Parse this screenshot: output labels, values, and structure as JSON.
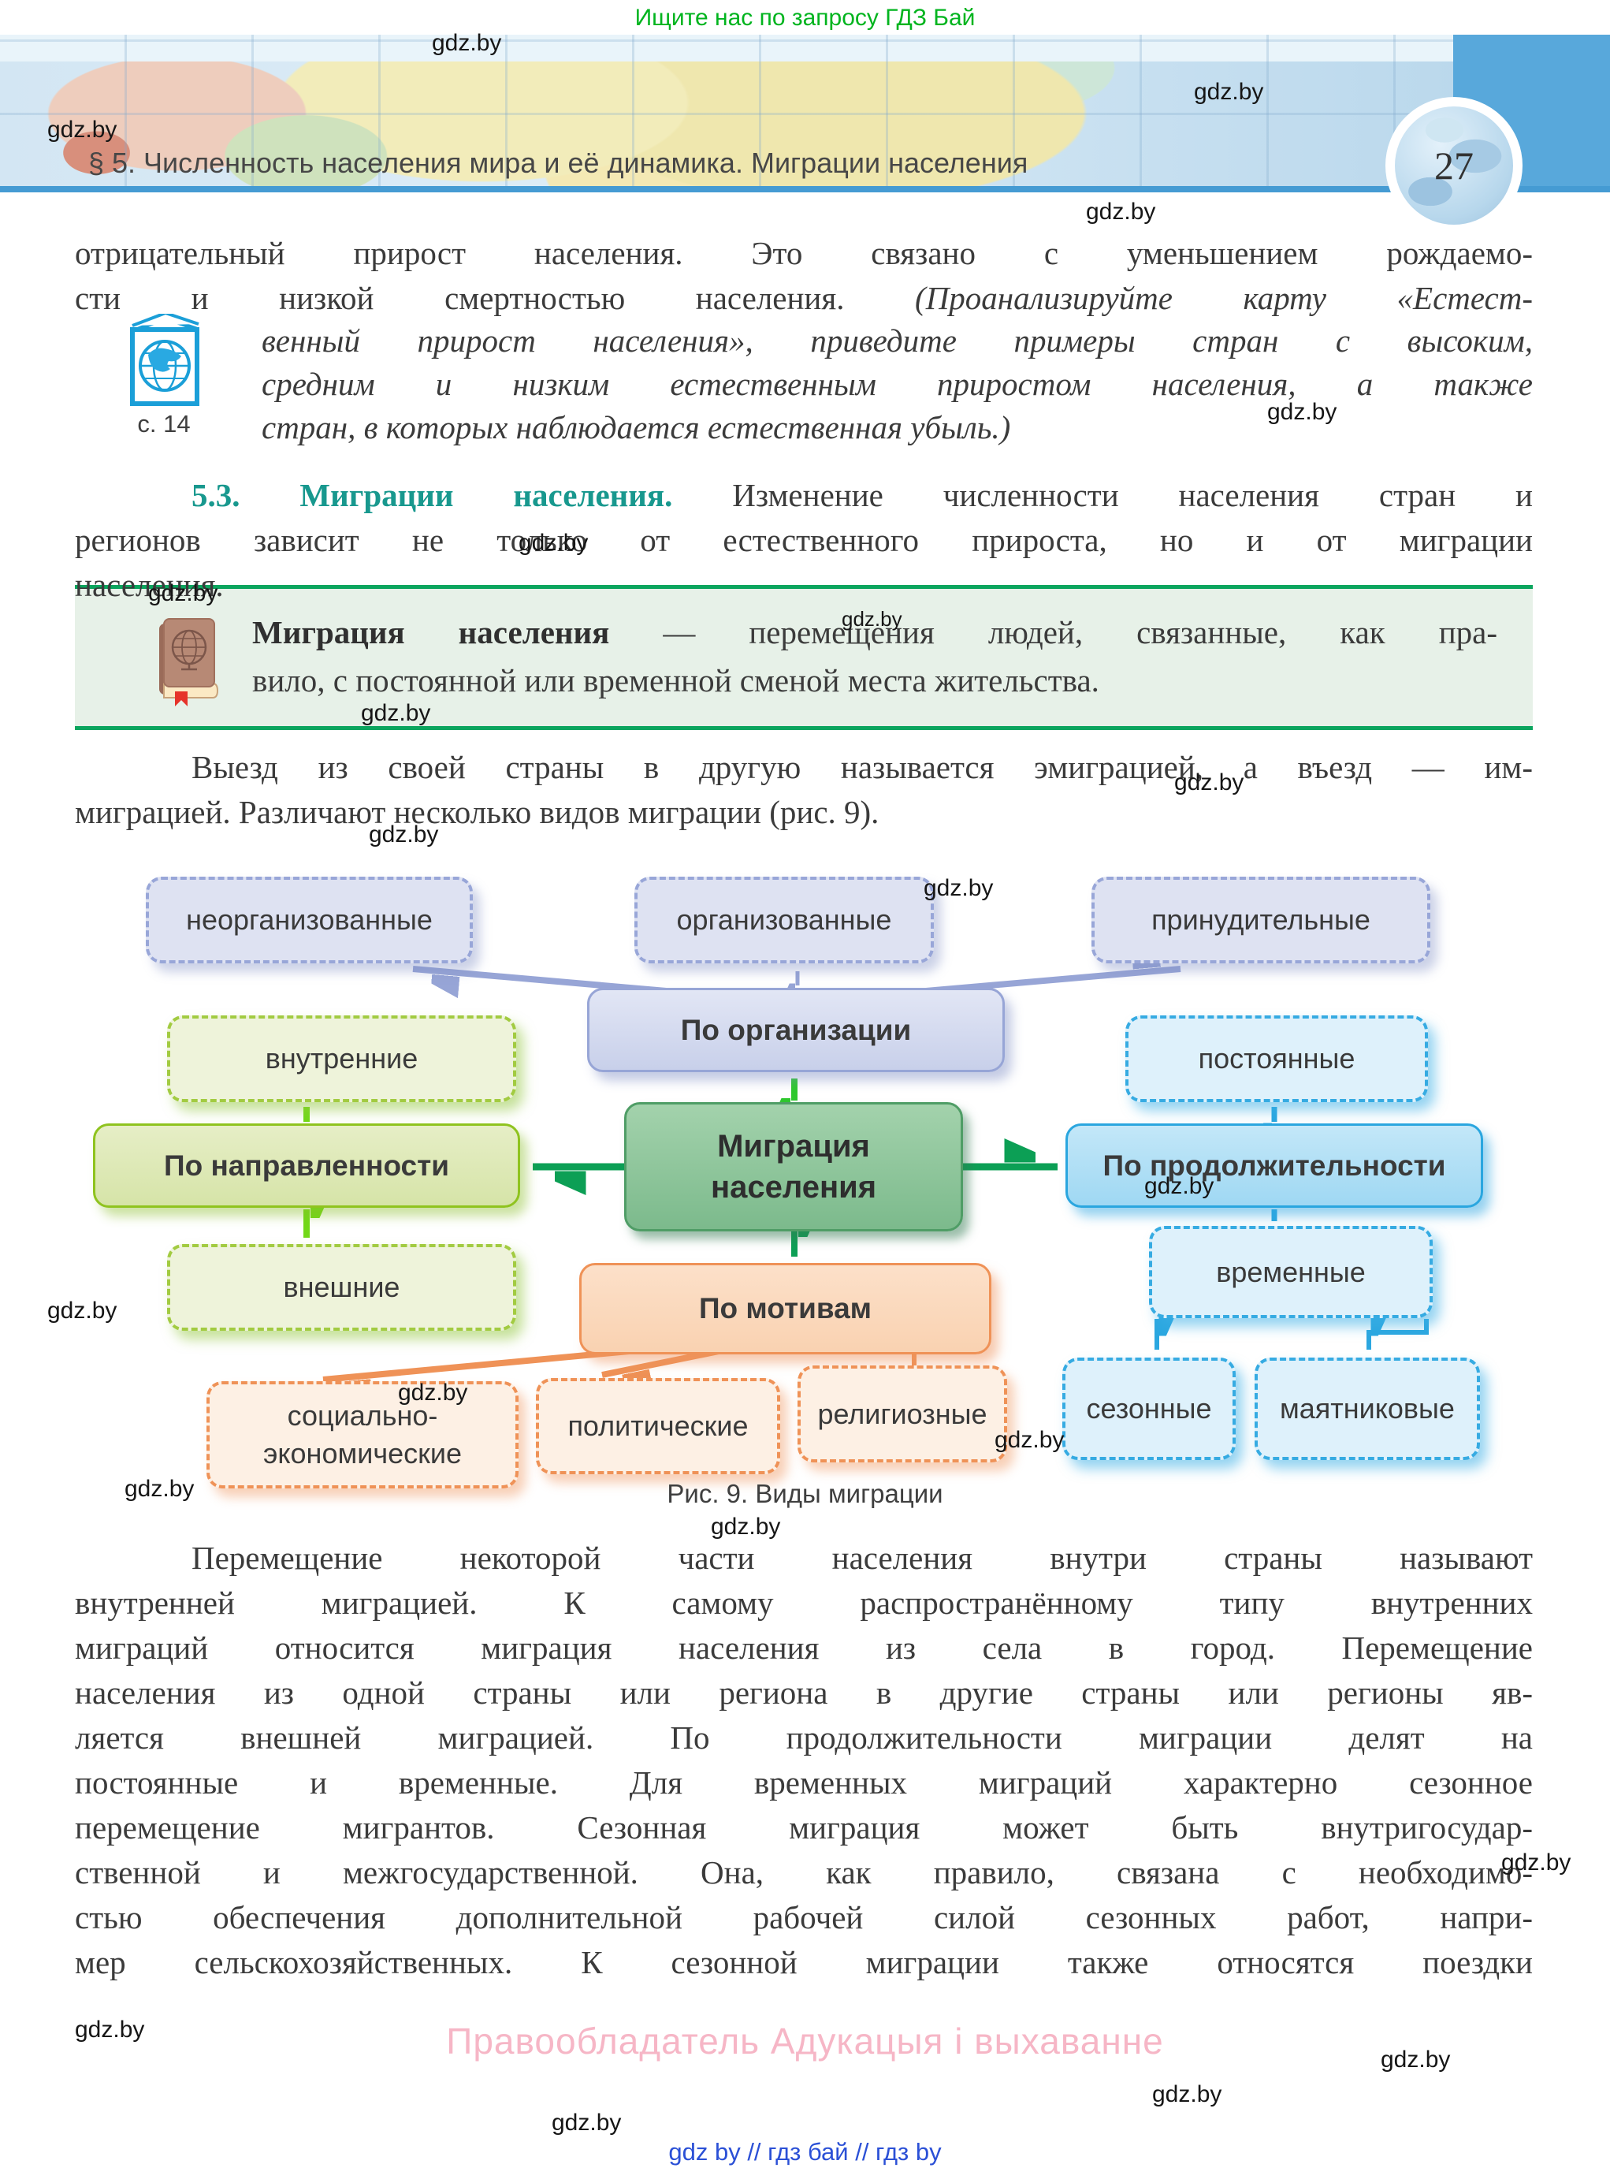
{
  "watermark": {
    "text": "gdz.by"
  },
  "top_banner": "Ищите нас по запросу ГДЗ Бай",
  "header": {
    "title": "§ 5. Численность населения мира и её динамика. Миграции населения",
    "page_number": "27"
  },
  "margin_ref": {
    "page": "с. 14"
  },
  "para1": {
    "l1": "отрицательный прирост населения. Это связано с уменьшением рождаемо-",
    "l2a": "сти и низкой смертностью населения. ",
    "l2b": "(Проанализируйте карту «Естест-",
    "l3": "венный прирост населения», приведите примеры стран с высоким,",
    "l4": "средним и низким естественным приростом населения, а также",
    "l5": "стран, в которых наблюдается естественная убыль.)"
  },
  "section": {
    "heading": "5.3. Миграции населения.",
    "l1_rest": " Изменение численности населения стран и",
    "l2": "регионов зависит не только от естественного прироста, но и от миграции",
    "l3": "населения."
  },
  "definition": {
    "term": "Миграция населения",
    "l1_rest": " — перемещения людей, связанные, как пра-",
    "l2": "вило, с постоянной или временной сменой места жительства."
  },
  "para2": {
    "l1": "Выезд из своей страны в другую называется эмиграцией, а въезд — им-",
    "l2": "миграцией. Различают несколько видов миграции (рис. 9)."
  },
  "diagram": {
    "center1": "Миграция",
    "center2": "населения",
    "org_label": "По организации",
    "org_children": [
      "неорганизованные",
      "организованные",
      "принудительные"
    ],
    "dir_label": "По направленности",
    "dir_top": "внутренние",
    "dir_bottom": "внешние",
    "dur_label": "По продолжительности",
    "dur_top": "постоянные",
    "dur_mid": "временные",
    "dur_b1": "сезонные",
    "dur_b2": "маятниковые",
    "mot_label": "По мотивам",
    "mot1a": "социально-",
    "mot1b": "экономические",
    "mot2": "политические",
    "mot3": "религиозные",
    "caption": "Рис. 9. Виды миграции"
  },
  "para3": {
    "lines": [
      "Перемещение некоторой части населения внутри страны называют",
      "внутренней миграцией. К самому распространённому типу внутренних",
      "миграций относится миграция населения из села в город. Перемещение",
      "населения из одной страны или региона в другие страны или регионы яв-",
      "ляется внешней миграцией. По продолжительности миграции делят на",
      "постоянные и временные. Для временных миграций характерно сезонное",
      "перемещение мигрантов. Сезонная миграция может быть внутригосудар-",
      "ственной и межгосударственной. Она, как правило, связана с необходимо-",
      "стью обеспечения дополнительной рабочей силой сезонных работ, напри-",
      "мер сельскохозяйственных. К сезонной миграции также относятся поездки"
    ]
  },
  "footer": {
    "copyright": "Правообладатель Адукацыя і выхаванне",
    "links": "gdz by  //  гдз бай  //  гдз by"
  },
  "colors": {
    "accent_teal": "#18988e",
    "definition_green": "#0ba55e",
    "band_blue": "#459bd3",
    "diagram_green": "#7cba8c",
    "diagram_blue": "#2aa6df",
    "diagram_orange": "#ef9257",
    "diagram_lavender": "#97a5d6",
    "footer_pink": "#f6b6c6",
    "footer_link_blue": "#2b50d6",
    "banner_green": "#00b41e"
  }
}
